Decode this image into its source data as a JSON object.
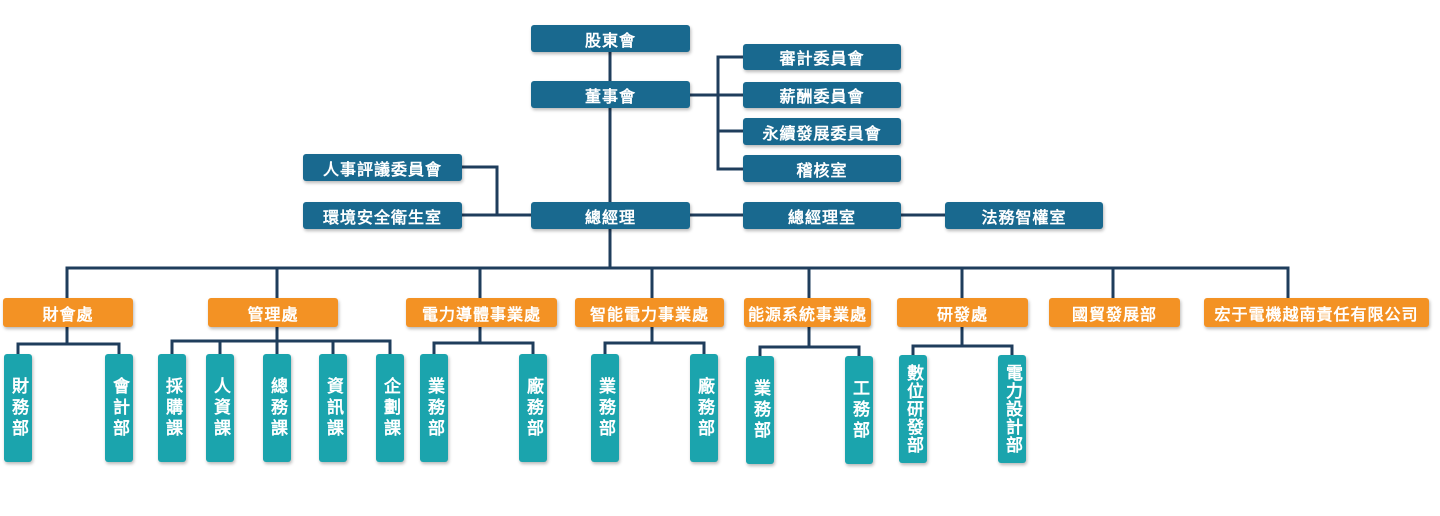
{
  "colors": {
    "governance_box": "#19698f",
    "division_box": "#f39224",
    "unit_box": "#1ba4ad",
    "connector": "#1f3d5c"
  },
  "governance": {
    "shareholders_meeting": "股東會",
    "board_of_directors": "董事會"
  },
  "board_committees": [
    "審計委員會",
    "薪酬委員會",
    "永續發展委員會",
    "稽核室"
  ],
  "executive": {
    "general_manager": "總經理",
    "personnel_review_committee": "人事評議委員會",
    "ehs_office": "環境安全衛生室",
    "gm_office": "總經理室",
    "legal_ip_office": "法務智權室"
  },
  "divisions": [
    {
      "name": "財會處",
      "units": [
        "財務部",
        "會計部"
      ]
    },
    {
      "name": "管理處",
      "units": [
        "採購課",
        "人資課",
        "總務課",
        "資訊課",
        "企劃課"
      ]
    },
    {
      "name": "電力導體事業處",
      "units": [
        "業務部",
        "廠務部"
      ]
    },
    {
      "name": "智能電力事業處",
      "units": [
        "業務部",
        "廠務部"
      ]
    },
    {
      "name": "能源系統事業處",
      "units": [
        "業務部",
        "工務部"
      ]
    },
    {
      "name": "研發處",
      "units": [
        "數位研發部",
        "電力設計部"
      ]
    },
    {
      "name": "國貿發展部",
      "units": []
    },
    {
      "name": "宏于電機越南責任有限公司",
      "units": []
    }
  ]
}
